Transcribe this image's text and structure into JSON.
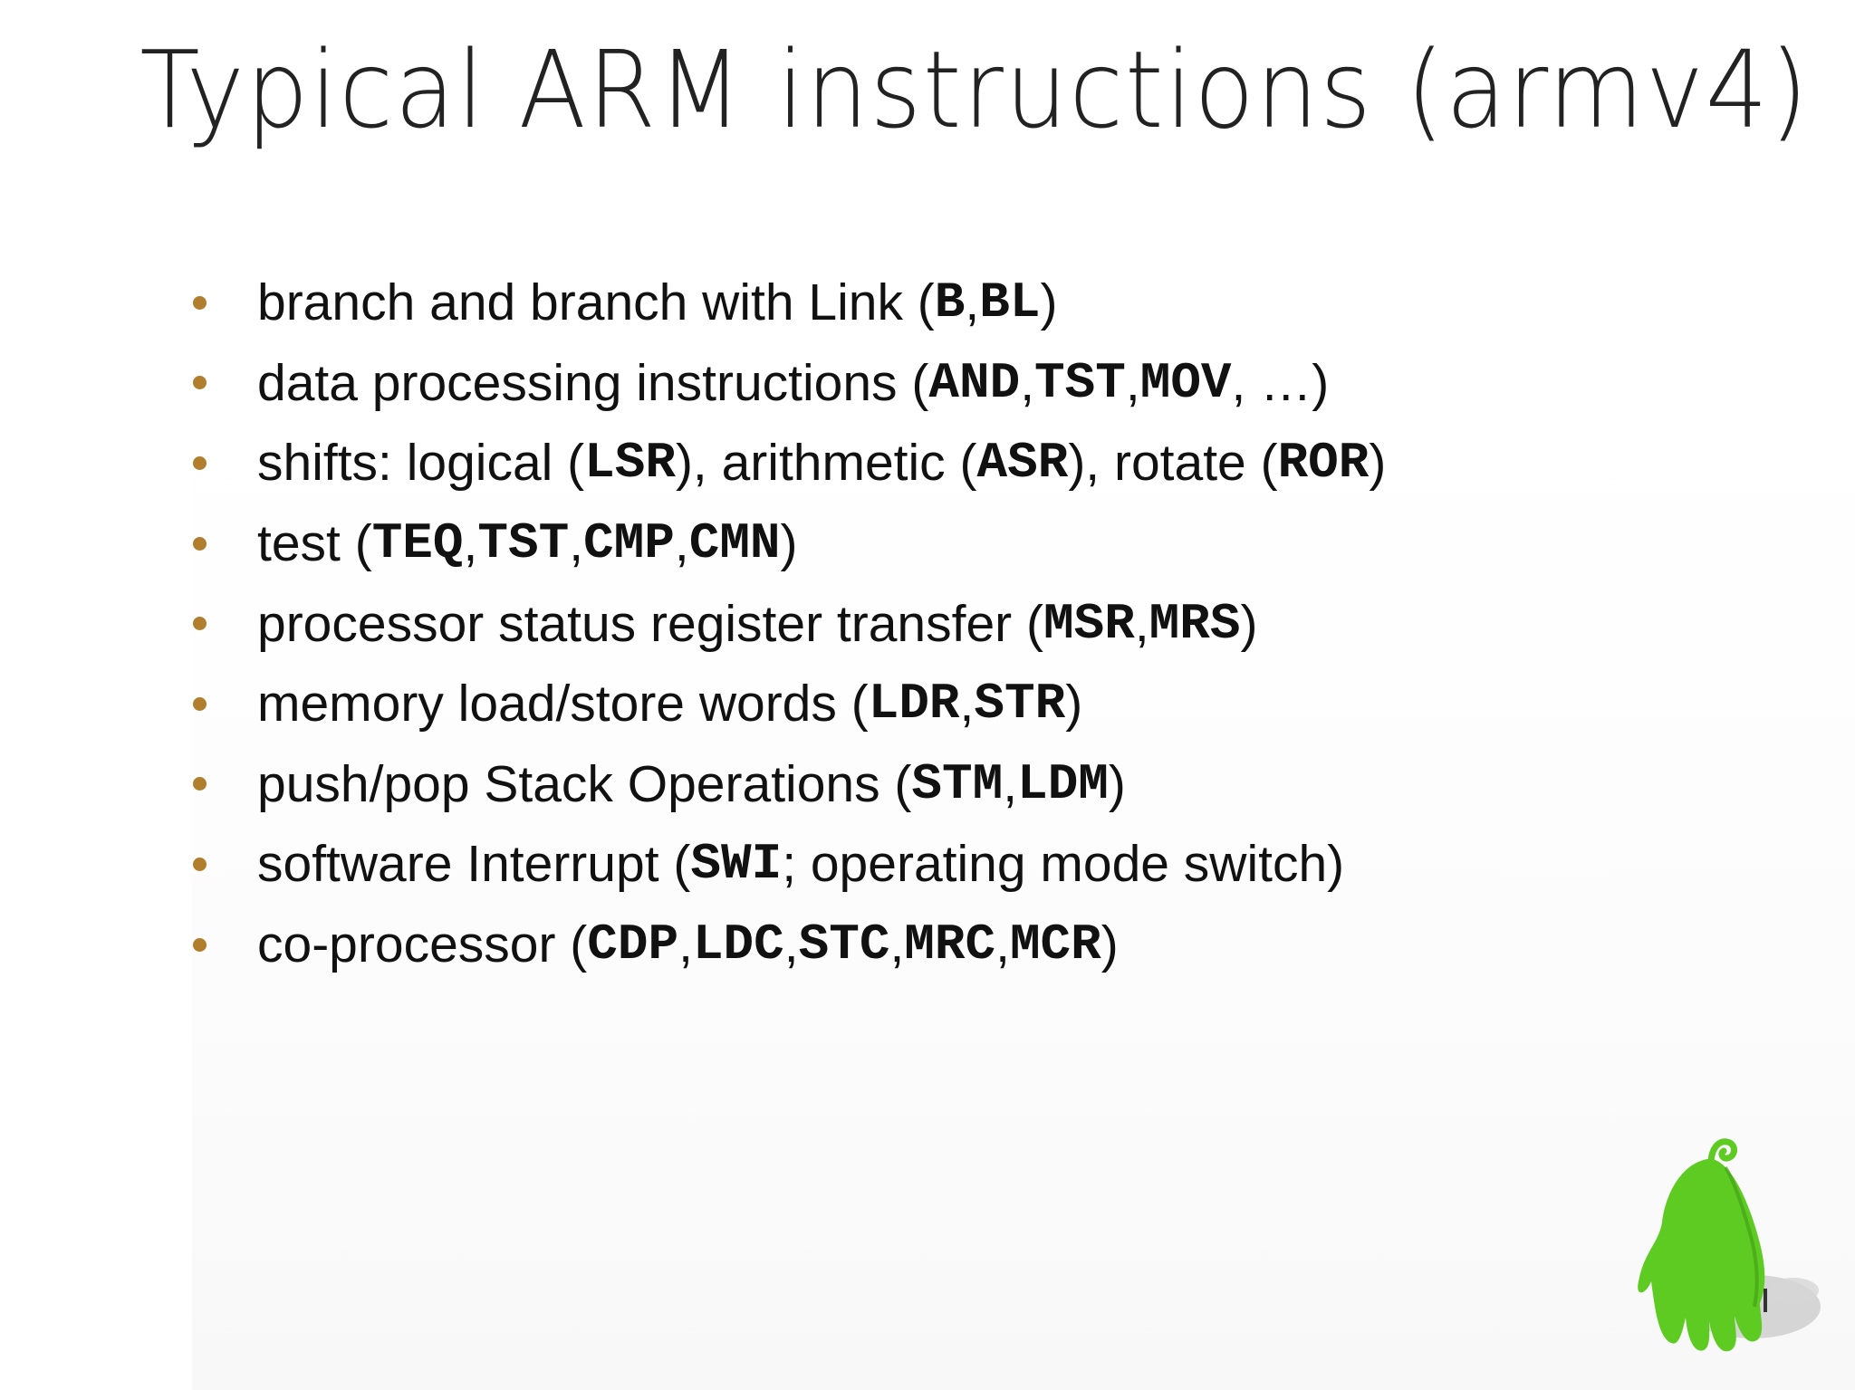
{
  "title": "Typical ARM instructions (armv4)",
  "bullets": [
    {
      "parts": [
        {
          "t": "branch and branch with Link ("
        },
        {
          "c": "B"
        },
        {
          "t": ", "
        },
        {
          "c": "BL"
        },
        {
          "t": ")"
        }
      ]
    },
    {
      "parts": [
        {
          "t": "data processing instructions ("
        },
        {
          "c": "AND"
        },
        {
          "t": ", "
        },
        {
          "c": "TST"
        },
        {
          "t": ", "
        },
        {
          "c": "MOV"
        },
        {
          "t": ", …)"
        }
      ]
    },
    {
      "parts": [
        {
          "t": "shifts: logical ("
        },
        {
          "c": "LSR"
        },
        {
          "t": "), arithmetic ("
        },
        {
          "c": "ASR"
        },
        {
          "t": "), rotate ("
        },
        {
          "c": "ROR"
        },
        {
          "t": ")"
        }
      ]
    },
    {
      "parts": [
        {
          "t": "test ("
        },
        {
          "c": "TEQ"
        },
        {
          "t": ", "
        },
        {
          "c": "TST"
        },
        {
          "t": ", "
        },
        {
          "c": "CMP"
        },
        {
          "t": ", "
        },
        {
          "c": "CMN"
        },
        {
          "t": ")"
        }
      ]
    },
    {
      "parts": [
        {
          "t": "processor status register transfer ("
        },
        {
          "c": "MSR"
        },
        {
          "t": ", "
        },
        {
          "c": "MRS"
        },
        {
          "t": ")"
        }
      ]
    },
    {
      "parts": [
        {
          "t": "memory load/store words ("
        },
        {
          "c": "LDR"
        },
        {
          "t": ", "
        },
        {
          "c": "STR"
        },
        {
          "t": ")"
        }
      ]
    },
    {
      "parts": [
        {
          "t": "push/pop Stack Operations ("
        },
        {
          "c": "STM"
        },
        {
          "t": ", "
        },
        {
          "c": "LDM"
        },
        {
          "t": ")"
        }
      ]
    },
    {
      "parts": [
        {
          "t": "software Interrupt ("
        },
        {
          "c": "SWI"
        },
        {
          "t": "; operating mode switch)"
        }
      ]
    },
    {
      "parts": [
        {
          "t": "co-processor ("
        },
        {
          "c": "CDP"
        },
        {
          "t": ", "
        },
        {
          "c": "LDC"
        },
        {
          "t": ", "
        },
        {
          "c": "STC"
        },
        {
          "t": ", "
        },
        {
          "c": "MRC"
        },
        {
          "t": ", "
        },
        {
          "c": "MCR"
        },
        {
          "t": ")"
        }
      ]
    }
  ],
  "colors": {
    "bullet": "#b07e2c",
    "mascot": "#5ecb23",
    "mascot_shadow": "#c8c8c8"
  },
  "icons": {
    "bullet": "bullet-dot-icon",
    "mascot": "green-mascot-icon"
  }
}
